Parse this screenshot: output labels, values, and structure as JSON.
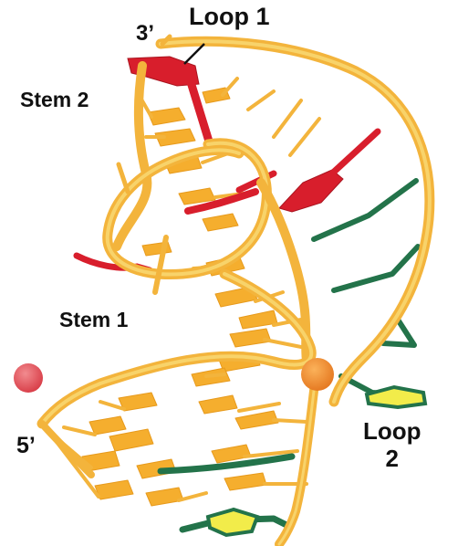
{
  "labels": {
    "three_prime": "3’",
    "loop1": "Loop 1",
    "stem2": "Stem 2",
    "stem1": "Stem 1",
    "five_prime": "5’",
    "loop2_line1": "Loop",
    "loop2_line2": "2"
  },
  "colors": {
    "backbone": "#f3b43c",
    "backbone_light": "#f8d36a",
    "base": "#f5ae2e",
    "loop1_nucleotides": "#d81e2c",
    "loop2_nucleotides": "#23734a",
    "loop2_highlight": "#f2ec4a",
    "ion_red": "#e0484f",
    "ion_orange": "#f08a2c"
  }
}
